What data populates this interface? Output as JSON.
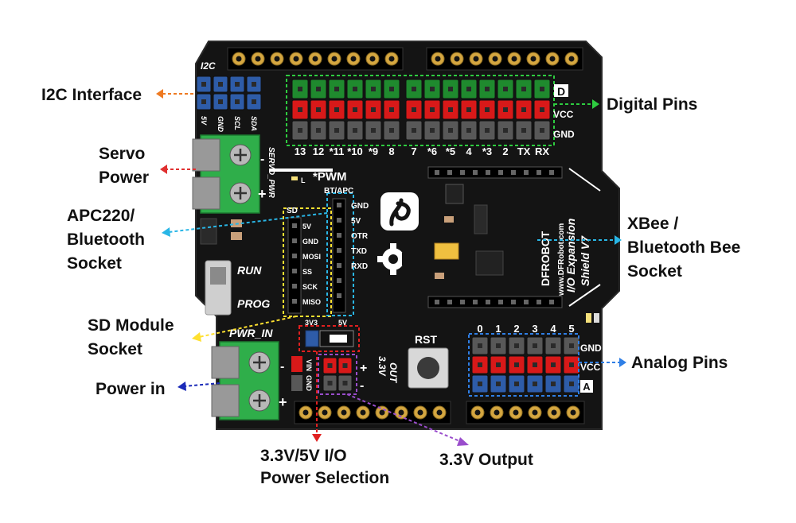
{
  "callouts": {
    "i2c": "I2C Interface",
    "servo_l1": "Servo",
    "servo_l2": "Power",
    "apc_l1": "APC220/",
    "apc_l2": "Bluetooth",
    "apc_l3": "Socket",
    "sd_l1": "SD Module",
    "sd_l2": "Socket",
    "power_in": "Power in",
    "selection_l1": "3.3V/5V  I/O",
    "selection_l2": "Power Selection",
    "output": "3.3V Output",
    "digital": "Digital Pins",
    "xbee_l1": "XBee /",
    "xbee_l2": "Bluetooth Bee",
    "xbee_l3": "Socket",
    "analog": "Analog Pins"
  },
  "board": {
    "i2c_title": "I2C",
    "i2c_pins": [
      "5V",
      "GND",
      "SCL",
      "SDA"
    ],
    "servo_pwr": "SERVO_PWR",
    "minus": "-",
    "plus": "+",
    "pwm": "*PWM",
    "led_l": "L",
    "digital_d": "D",
    "row_vcc": "VCC",
    "row_gnd": "GND",
    "digital_labels": [
      "13",
      "12",
      "*11",
      "*10",
      "*9",
      "8",
      "7",
      "*6",
      "*5",
      "4",
      "*3",
      "2",
      "TX",
      "RX"
    ],
    "bt_apc": "BT/APC",
    "bt_pins": [
      "GND",
      "5V",
      "OTR",
      "TXD",
      "RXD"
    ],
    "sd_title": "SD",
    "sd_pins": [
      "5V",
      "GND",
      "MOSI",
      "SS",
      "SCK",
      "MISO"
    ],
    "run": "RUN",
    "prog": "PROG",
    "v33": "3V3",
    "v5": "5V",
    "pwr_in": "PWR_IN",
    "vin": "VIN",
    "gnd": "GND",
    "out_l1": "3.3V",
    "out_l2": "OUT",
    "rst": "RST",
    "analog_labels": [
      "0",
      "1",
      "2",
      "3",
      "4",
      "5"
    ],
    "analog_gnd": "GND",
    "analog_vcc": "VCC",
    "analog_a": "A",
    "brand": "DFROBOT",
    "url": "www.DFRobot.com",
    "model_l1": "I/O Expansion",
    "model_l2": "Shield V7"
  },
  "colors": {
    "board": "#141414",
    "green_pin": "#1f8a2e",
    "red_pin": "#d81919",
    "gray_pin": "#585858",
    "blue_pin": "#2e5ca8",
    "terminal": "#2fae4a",
    "digital_line": "#2ecc40",
    "i2c_line": "#ee7a22",
    "servo_line": "#e03030",
    "apc_line": "#29b6e6",
    "sd_line": "#ffe030",
    "power_line": "#1a2ab8",
    "selection_line": "#e02020",
    "output_line": "#9a4dcc",
    "xbee_line": "#29b6e6",
    "analog_line": "#2f7fe6"
  }
}
